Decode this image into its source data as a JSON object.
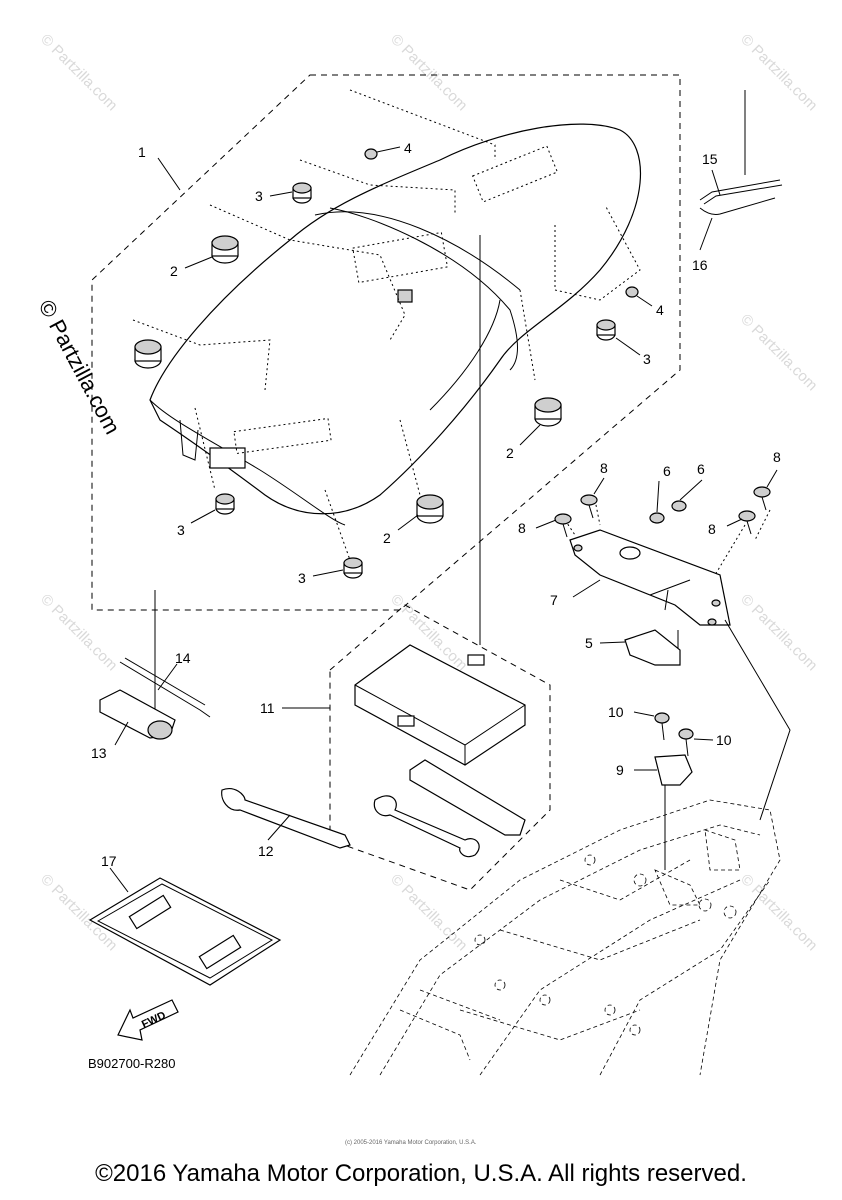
{
  "watermark": {
    "side_text": "© Partzilla.com",
    "repeat_text": "© Partzilla.com"
  },
  "callouts": [
    {
      "id": "c1",
      "label": "1"
    },
    {
      "id": "c2a",
      "label": "2"
    },
    {
      "id": "c2b",
      "label": "2"
    },
    {
      "id": "c2c",
      "label": "2"
    },
    {
      "id": "c3a",
      "label": "3"
    },
    {
      "id": "c3b",
      "label": "3"
    },
    {
      "id": "c3c",
      "label": "3"
    },
    {
      "id": "c3d",
      "label": "3"
    },
    {
      "id": "c4a",
      "label": "4"
    },
    {
      "id": "c4b",
      "label": "4"
    },
    {
      "id": "c5",
      "label": "5"
    },
    {
      "id": "c6a",
      "label": "6"
    },
    {
      "id": "c6b",
      "label": "6"
    },
    {
      "id": "c7",
      "label": "7"
    },
    {
      "id": "c8a",
      "label": "8"
    },
    {
      "id": "c8b",
      "label": "8"
    },
    {
      "id": "c8c",
      "label": "8"
    },
    {
      "id": "c8d",
      "label": "8"
    },
    {
      "id": "c9",
      "label": "9"
    },
    {
      "id": "c10a",
      "label": "10"
    },
    {
      "id": "c10b",
      "label": "10"
    },
    {
      "id": "c11",
      "label": "11"
    },
    {
      "id": "c12",
      "label": "12"
    },
    {
      "id": "c13",
      "label": "13"
    },
    {
      "id": "c14",
      "label": "14"
    },
    {
      "id": "c15",
      "label": "15"
    },
    {
      "id": "c16",
      "label": "16"
    },
    {
      "id": "c17",
      "label": "17"
    }
  ],
  "fwd_label": "FWD",
  "diagram_code": "B902700-R280",
  "small_credit": "(c) 2005-2016 Yamaha Motor Corporation, U.S.A.",
  "footer": "©2016 Yamaha Motor Corporation, U.S.A. All rights reserved."
}
